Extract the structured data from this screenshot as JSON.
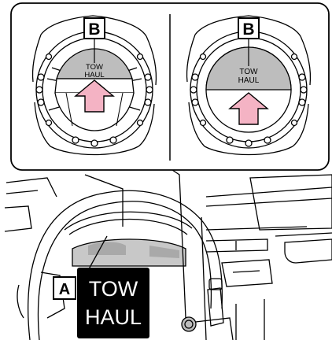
{
  "callouts": {
    "left_knob_callout": "B",
    "right_knob_callout": "B",
    "indicator_callout": "A"
  },
  "knobs": {
    "left_label_line1": "TOW",
    "left_label_line2": "HAUL",
    "right_label_line1": "TOW",
    "right_label_line2": "HAUL"
  },
  "indicator": {
    "line1": "TOW",
    "line2": "HAUL"
  },
  "colors": {
    "line": "#000000",
    "arrow_fill": "#f4b3c4",
    "button_gray": "#bdbdbd",
    "indicator_bg": "#000000",
    "indicator_text": "#ffffff"
  }
}
